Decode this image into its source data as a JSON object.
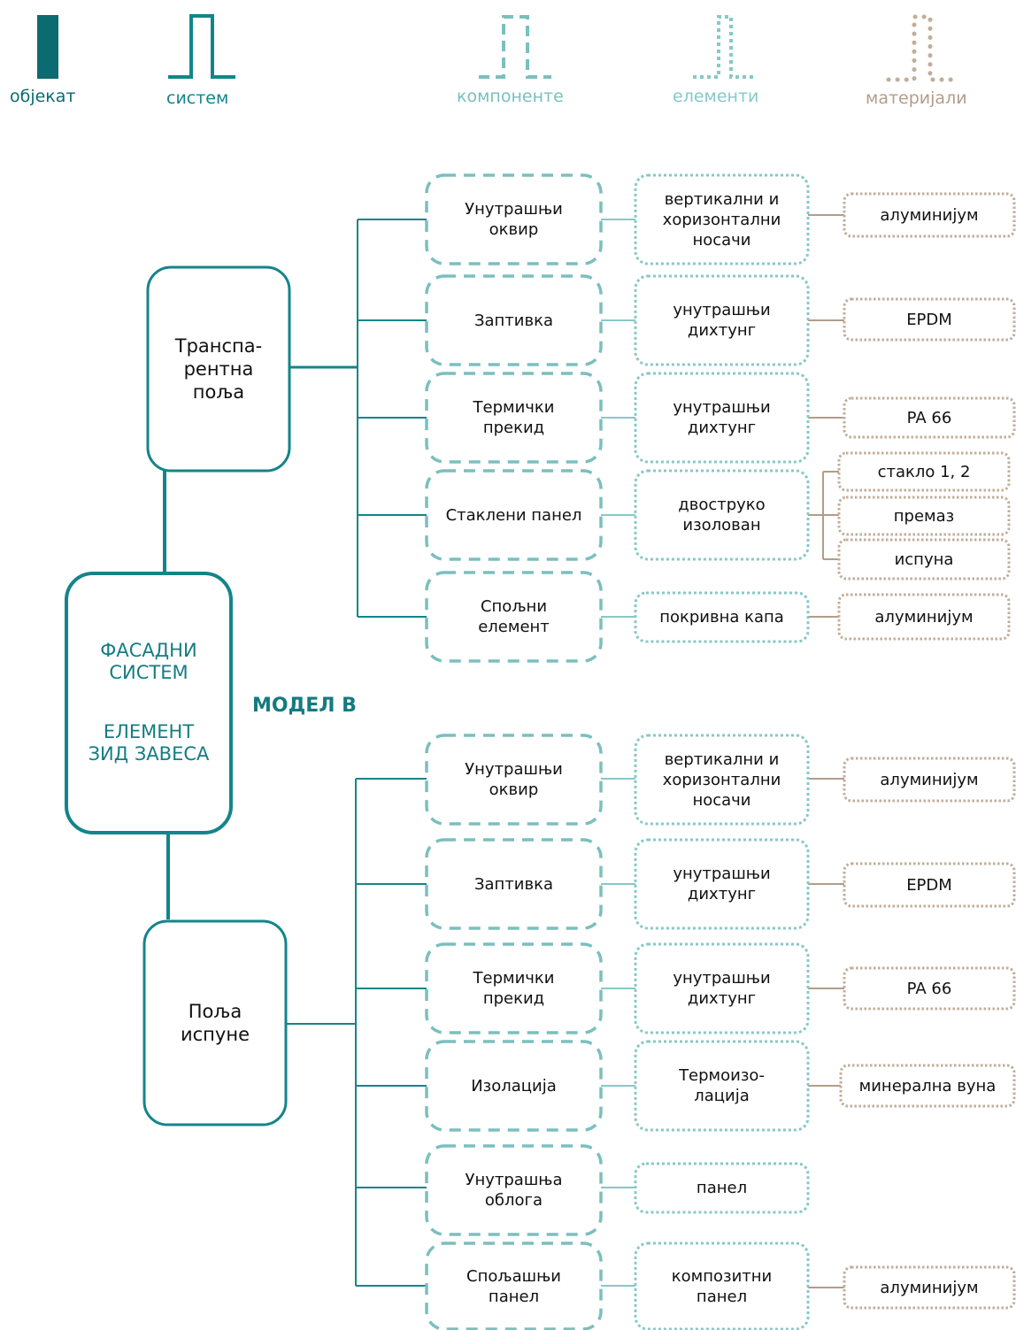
{
  "colors": {
    "object": "#0b6b70",
    "system": "#13858a",
    "component": "#7bbfbe",
    "element": "#86c9c7",
    "material": "#c2ad98",
    "material_text": "#b29d8a",
    "model_text": "#157a80"
  },
  "legend": {
    "object": "објекат",
    "system": "систем",
    "component": "компоненте",
    "element": "елементи",
    "material": "материјали"
  },
  "main": {
    "line1": "ФАСАДНИ\nСИСТЕМ",
    "line2": "ЕЛЕМЕНТ\nЗИД ЗАВЕСА"
  },
  "model_label": "МОДЕЛ В",
  "systems": [
    {
      "label": "Транспа-\nрентна\nпоља",
      "components": [
        {
          "label": "Унутрашњи\nоквир",
          "element": "вертикални и\nхоризонтални\nносачи",
          "materials": [
            "алуминијум"
          ]
        },
        {
          "label": "Заптивка",
          "element": "унутрашњи\nдихтунг",
          "materials": [
            "EPDM"
          ]
        },
        {
          "label": "Термички\nпрекид",
          "element": "унутрашњи\nдихтунг",
          "materials": [
            "PA 66"
          ]
        },
        {
          "label": "Стаклени панел",
          "element": "двоструко\nизолован",
          "materials": [
            "стакло 1, 2",
            "премаз",
            "испуна"
          ]
        },
        {
          "label": "Спољни\nелемент",
          "element": "покривна капа",
          "materials": [
            "алуминијум"
          ]
        }
      ]
    },
    {
      "label": "Поља\nиспуне",
      "components": [
        {
          "label": "Унутрашњи\nоквир",
          "element": "вертикални и\nхоризонтални\nносачи",
          "materials": [
            "алуминијум"
          ]
        },
        {
          "label": "Заптивка",
          "element": "унутрашњи\nдихтунг",
          "materials": [
            "EPDM"
          ]
        },
        {
          "label": "Термички\nпрекид",
          "element": "унутрашњи\nдихтунг",
          "materials": [
            "PA 66"
          ]
        },
        {
          "label": "Изолација",
          "element": "Термоизо-\nлација",
          "materials": [
            "минерална вуна"
          ]
        },
        {
          "label": "Унутрашња\nоблога",
          "element": "панел",
          "materials": []
        },
        {
          "label": "Спољашњи\nпанел",
          "element": "композитни\nпанел",
          "materials": [
            "алуминијум"
          ]
        }
      ]
    }
  ]
}
